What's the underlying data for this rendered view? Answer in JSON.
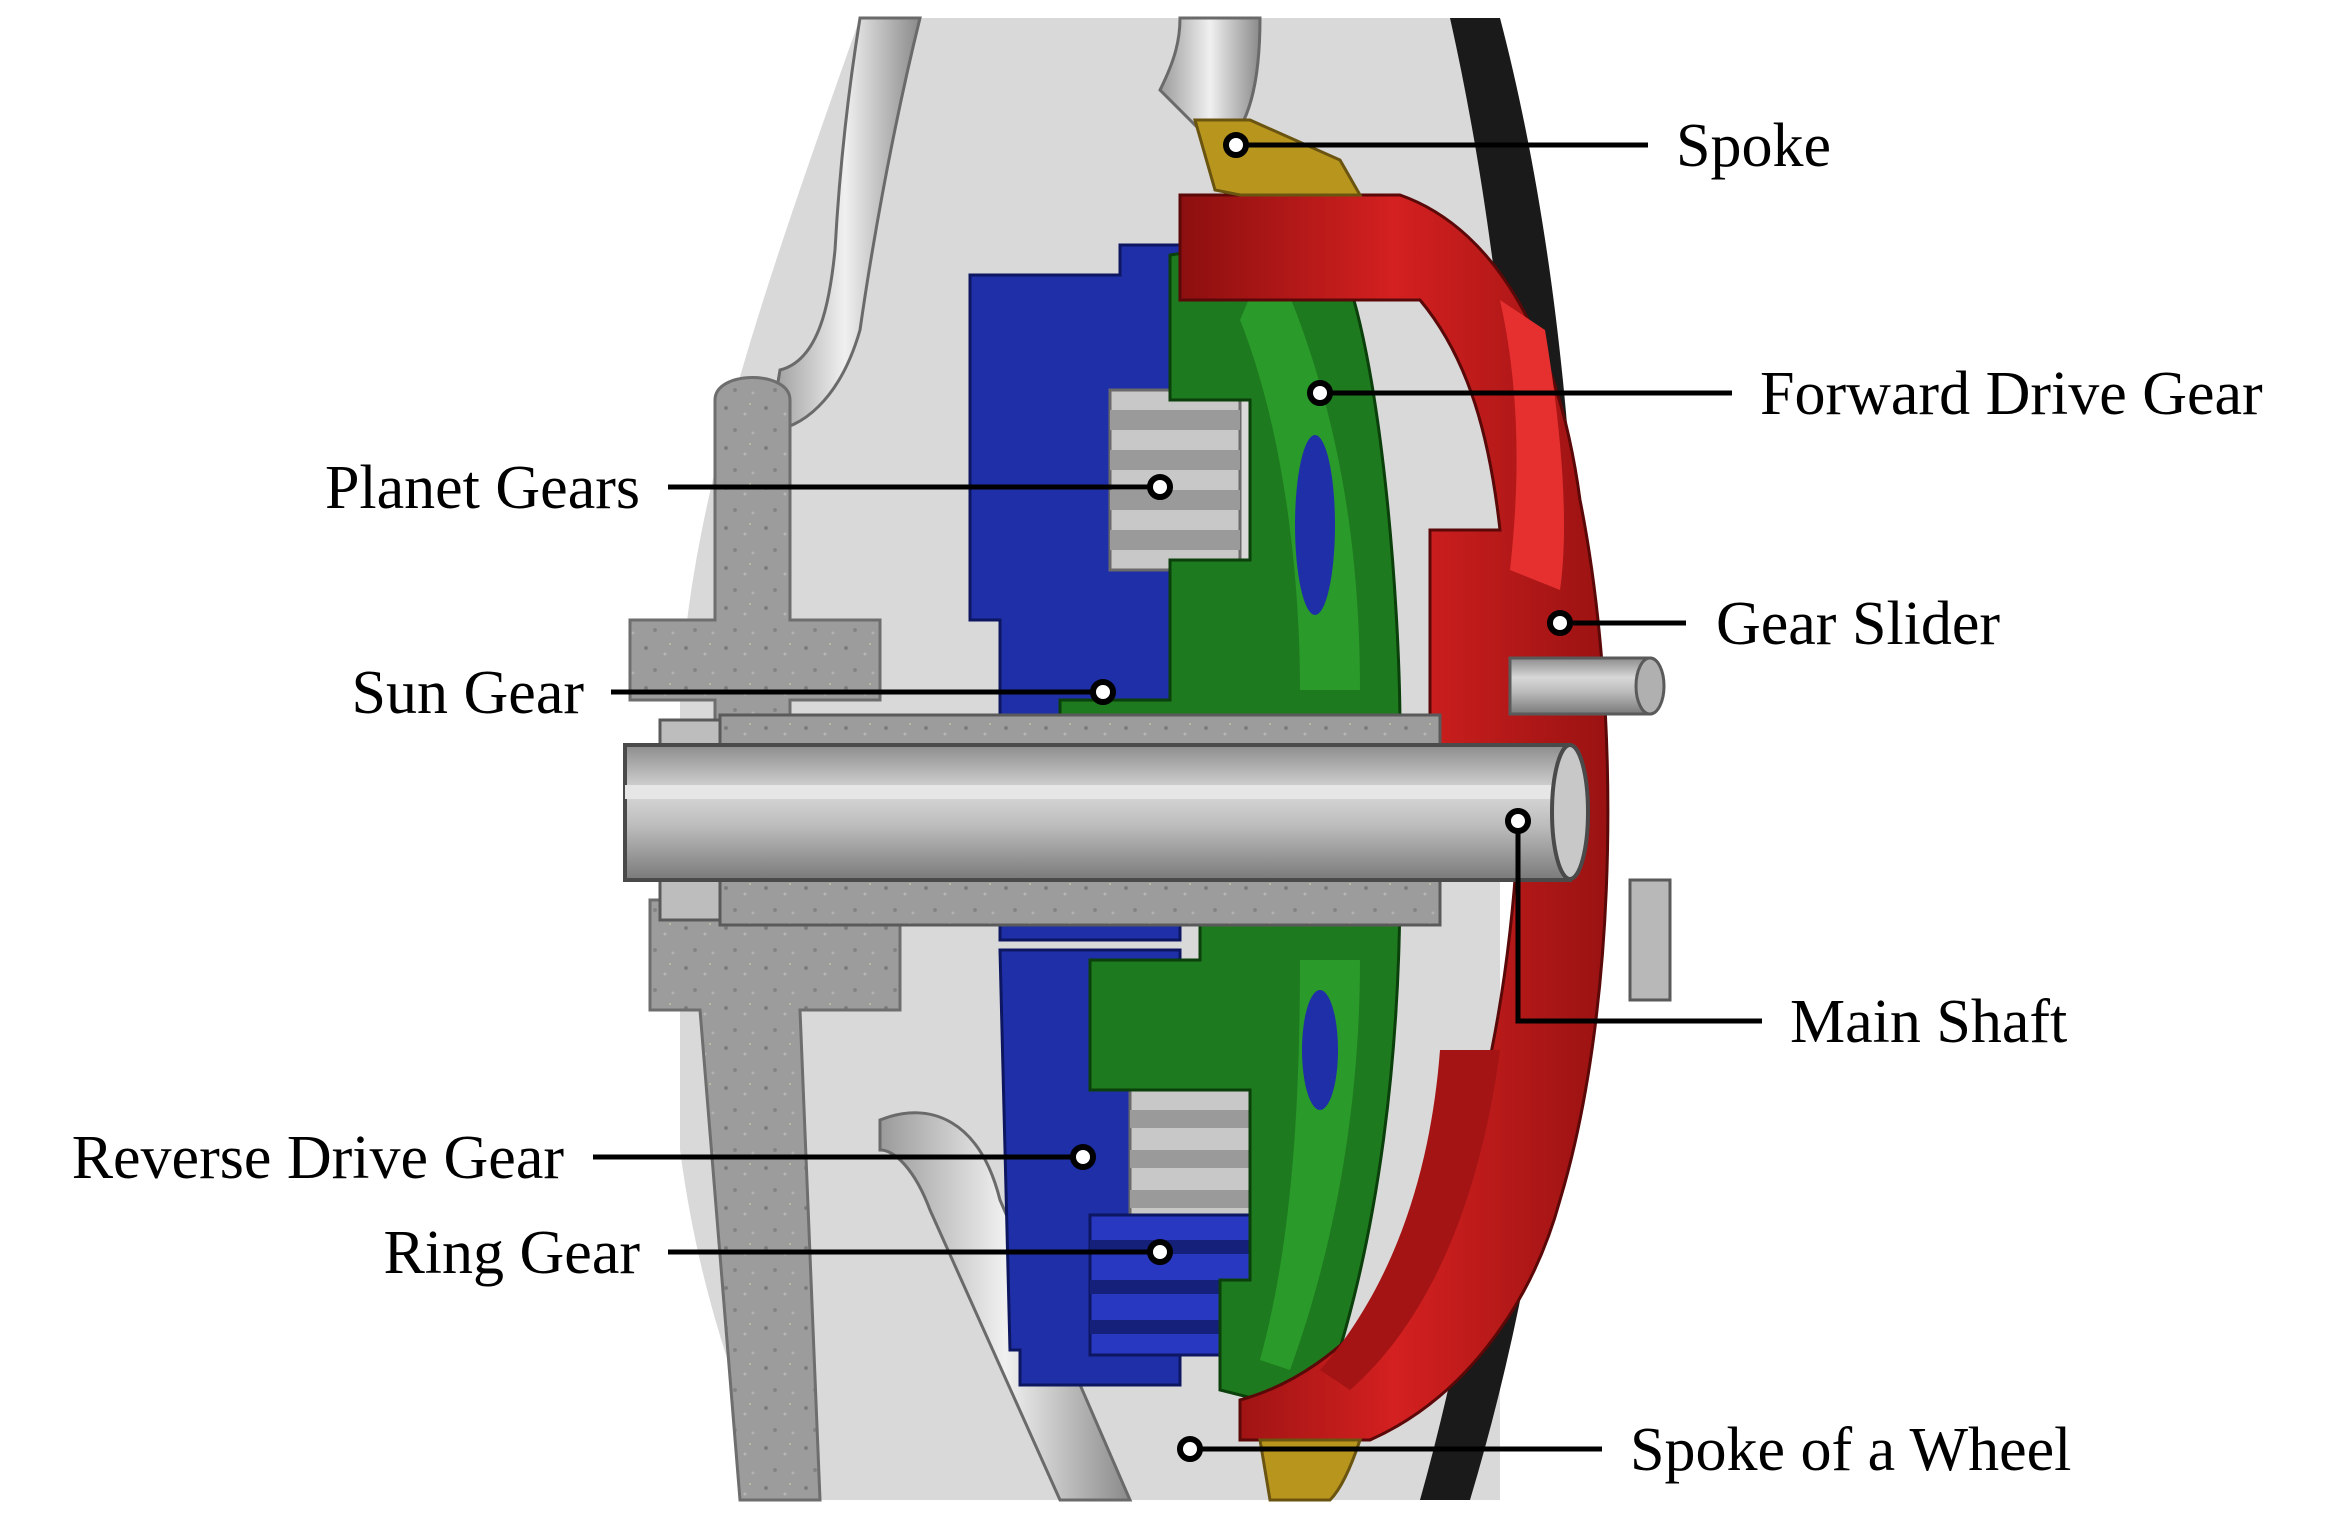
{
  "colors": {
    "background": "#ffffff",
    "frame_gray": "#d9d9d9",
    "steel": "#a8a8a8",
    "concrete": "#9a9a9a",
    "blue_ring": "#1f2fa8",
    "green_gear": "#1e7a1e",
    "red_slider": "#c41a1a",
    "gold_spoke": "#b8961e",
    "tire_black": "#1a1a1a"
  },
  "labels": {
    "spoke": "Spoke",
    "forward_drive_gear": "Forward Drive Gear",
    "planet_gears": "Planet Gears",
    "gear_slider": "Gear Slider",
    "sun_gear": "Sun Gear",
    "main_shaft": "Main Shaft",
    "reverse_drive_gear": "Reverse Drive Gear",
    "ring_gear": "Ring Gear",
    "spoke_of_a_wheel": "Spoke of a Wheel"
  }
}
